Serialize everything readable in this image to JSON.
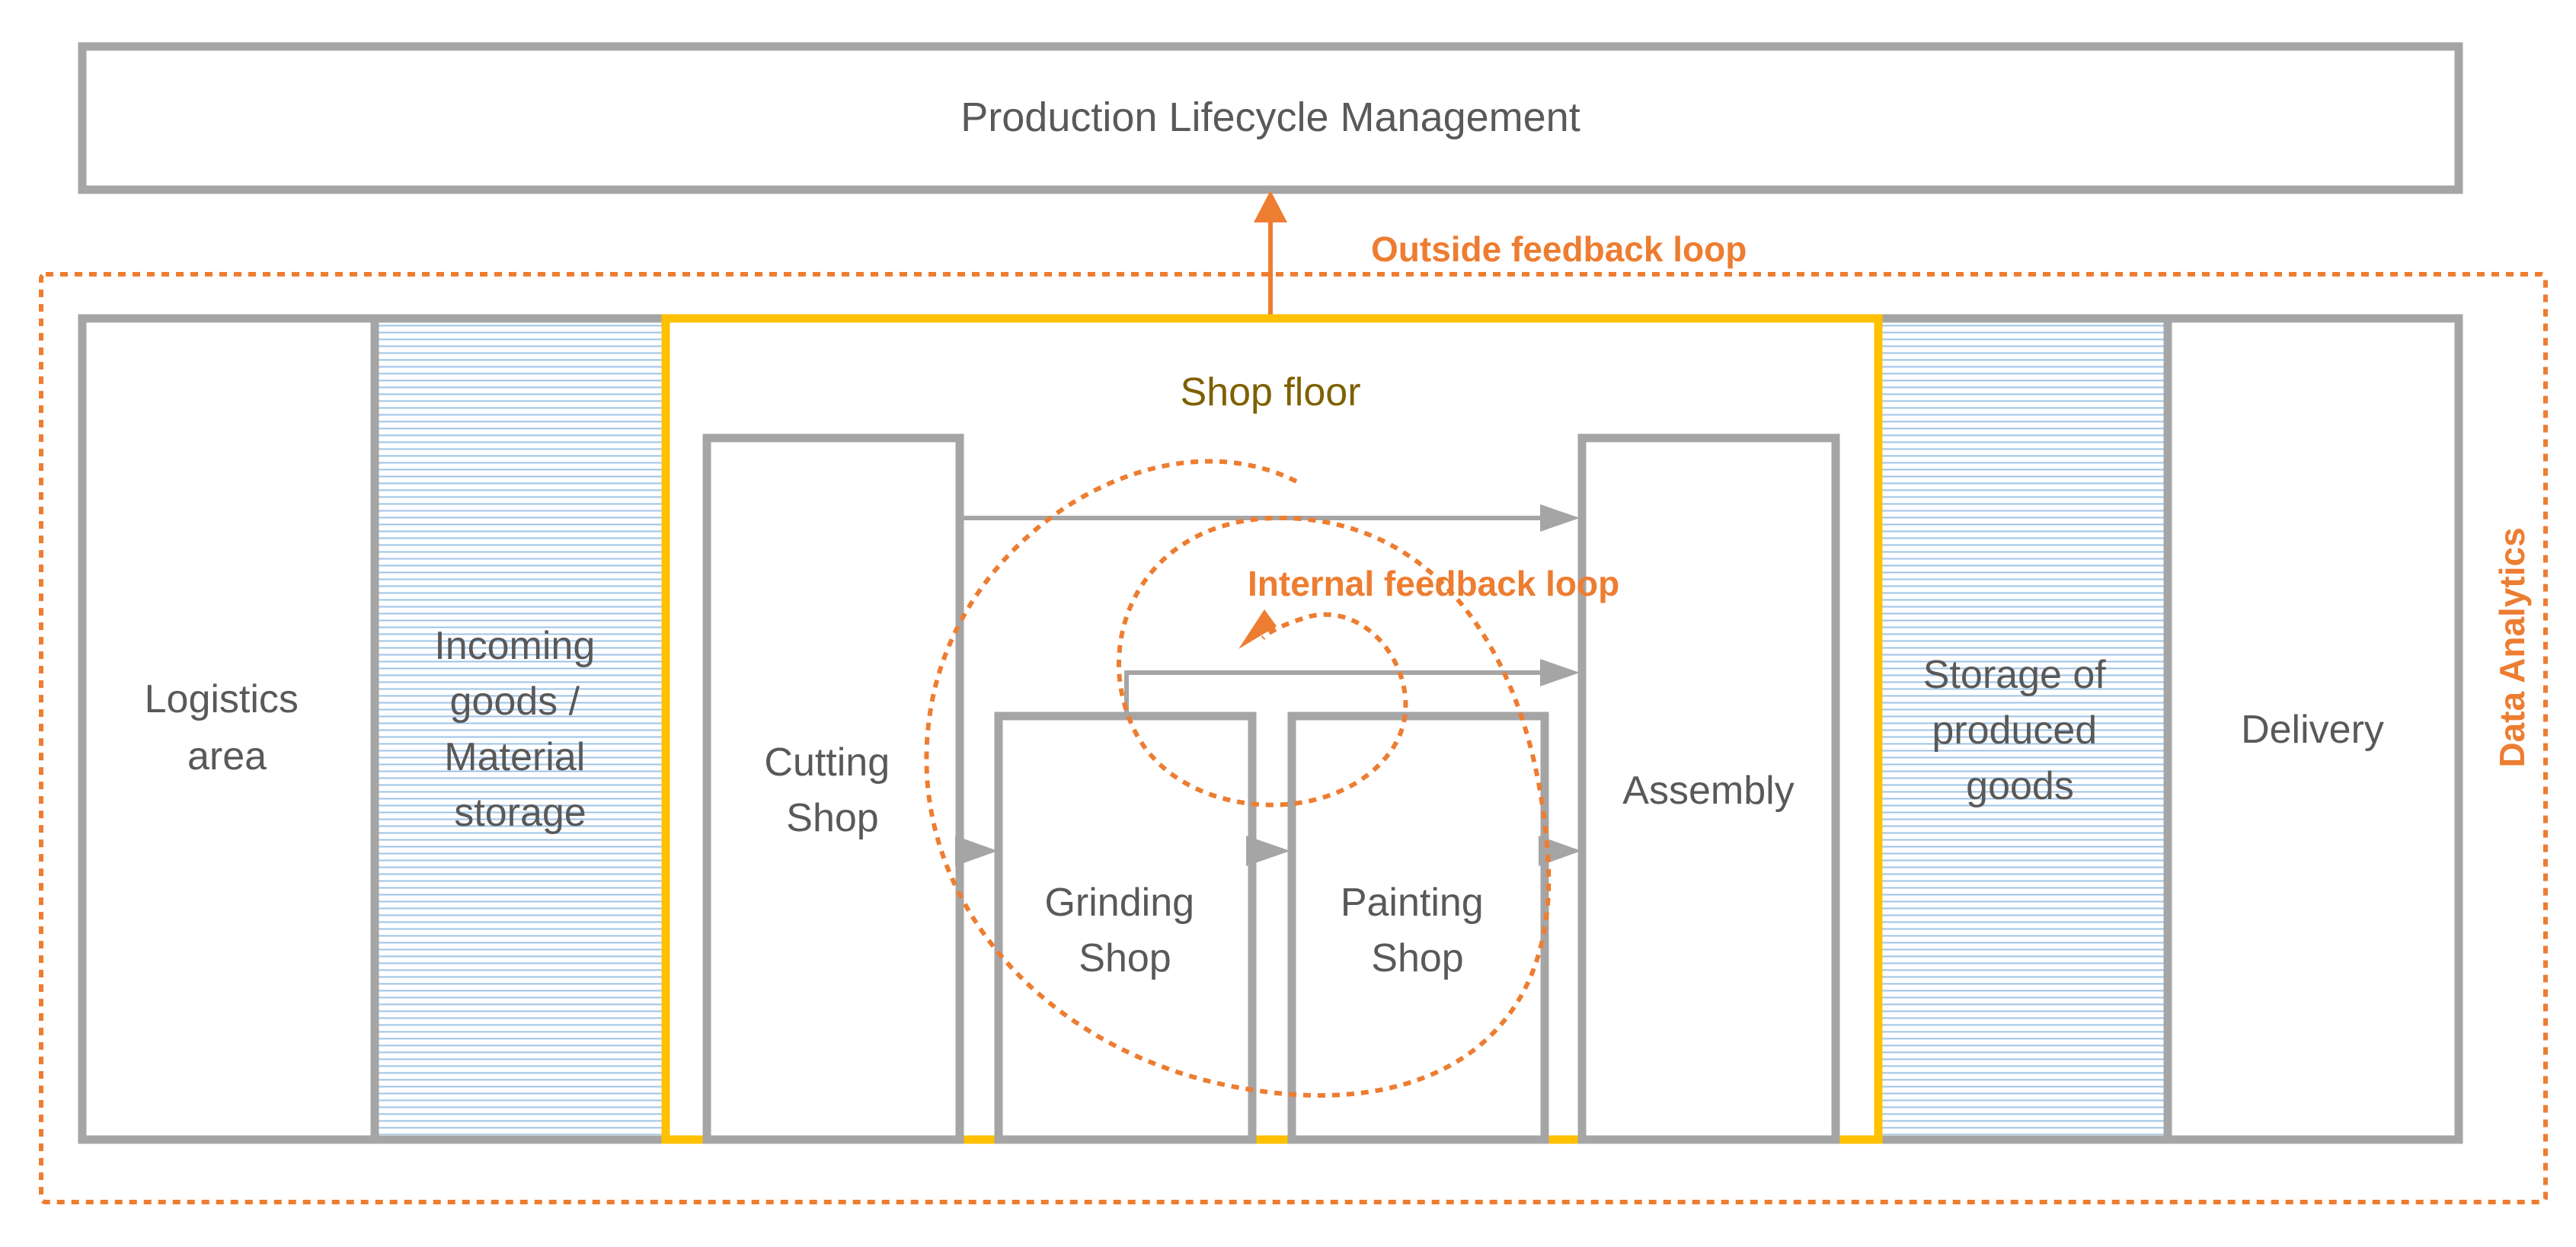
{
  "top": {
    "title": "Production Lifecycle Management"
  },
  "feedback": {
    "outside": "Outside feedback loop",
    "internal": "Internal feedback loop",
    "data_analytics": "Data Analytics"
  },
  "areas": {
    "logistics": [
      "Logistics",
      "area"
    ],
    "incoming": [
      "Incoming",
      "goods /",
      "Material",
      "storage"
    ],
    "shop_floor": "Shop floor",
    "cutting": [
      "Cutting",
      "Shop"
    ],
    "grinding": [
      "Grinding",
      "Shop"
    ],
    "painting": [
      "Painting",
      "Shop"
    ],
    "assembly": "Assembly",
    "storage_produced": [
      "Storage of",
      "produced",
      "goods"
    ],
    "delivery": "Delivery"
  },
  "colors": {
    "box_stroke": "#a5a5a5",
    "shop_floor_border": "#FFC000",
    "feedback": "#ED7D31",
    "hatch_lines": "#9DC3E6",
    "shop_floor_label": "#7F6000",
    "text": "#595959"
  }
}
